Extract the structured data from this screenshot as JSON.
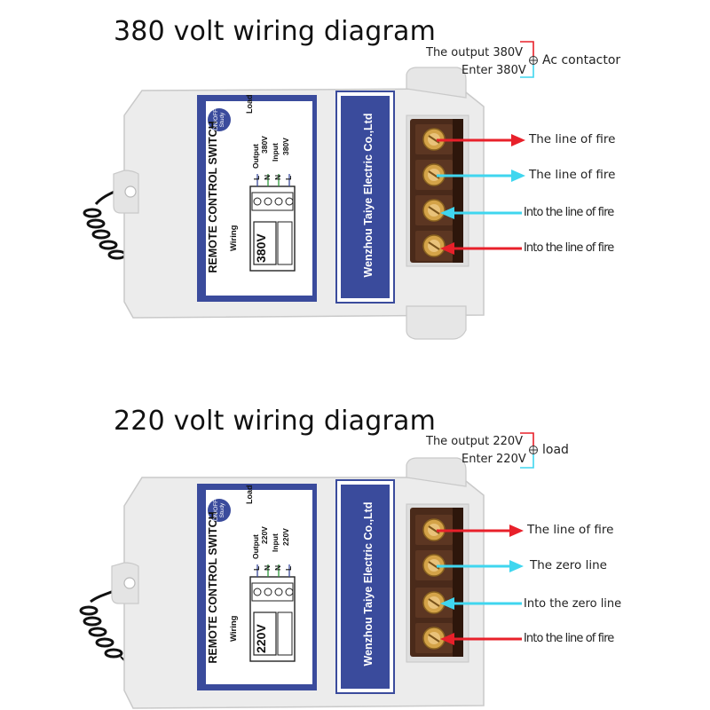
{
  "colors": {
    "fire": "#e8202a",
    "zero": "#3fd6ef",
    "panel_blue": "#3a4b9c",
    "housing": "#eeeeee",
    "terminal": "#4a2a1a",
    "brass": "#d4a348"
  },
  "d380": {
    "title": "380 volt wiring diagram",
    "output_label": "The output  380V",
    "enter_label": "Enter 380V",
    "target": "Ac contactor",
    "panel": {
      "header": "REMOTE CONTROL SWITCH",
      "button_top": "ON/OFF",
      "button_bottom": "Study",
      "load": "Load",
      "output": "Output",
      "output_v": "380V",
      "input": "Input",
      "input_v": "380V",
      "terms": [
        "L",
        "N",
        "N",
        "L"
      ],
      "wiring": "Wiring",
      "voltage": "380V",
      "brand": "Wenzhou Taiye Electric Co.,Ltd"
    },
    "lines": [
      "The line of fire",
      "The line of fire",
      "Into the line of fire",
      "Into the line of fire"
    ]
  },
  "d220": {
    "title": "220 volt wiring diagram",
    "output_label": "The output  220V",
    "enter_label": "Enter 220V",
    "target": "load",
    "panel": {
      "header": "REMOTE CONTROL SWITCH",
      "button_top": "ON/OFF",
      "button_bottom": "Study",
      "load": "Load",
      "output": "Output",
      "output_v": "220V",
      "input": "Input",
      "input_v": "220V",
      "terms": [
        "L",
        "N",
        "N",
        "L"
      ],
      "wiring": "Wiring",
      "voltage": "220V",
      "brand": "Wenzhou Taiye Electric Co.,Ltd"
    },
    "lines": [
      "The line of fire",
      "The zero line",
      "Into the zero line",
      "Into the line of fire"
    ]
  }
}
